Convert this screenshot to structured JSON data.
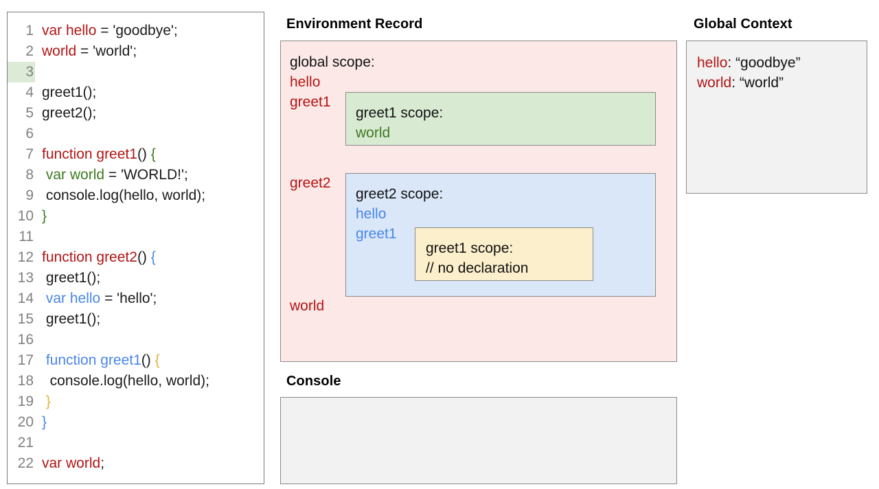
{
  "code_panel": {
    "highlighted_line": 3,
    "lines": [
      {
        "num": "1",
        "tokens": [
          {
            "t": "var hello",
            "c": "red"
          },
          {
            "t": " = 'goodbye';",
            "c": "plain"
          }
        ]
      },
      {
        "num": "2",
        "tokens": [
          {
            "t": "world",
            "c": "red"
          },
          {
            "t": " = 'world';",
            "c": "plain"
          }
        ]
      },
      {
        "num": "3",
        "tokens": [
          {
            "t": "",
            "c": "plain"
          }
        ]
      },
      {
        "num": "4",
        "tokens": [
          {
            "t": "greet1();",
            "c": "plain"
          }
        ]
      },
      {
        "num": "5",
        "tokens": [
          {
            "t": "greet2();",
            "c": "plain"
          }
        ]
      },
      {
        "num": "6",
        "tokens": [
          {
            "t": "",
            "c": "plain"
          }
        ]
      },
      {
        "num": "7",
        "tokens": [
          {
            "t": "function greet1",
            "c": "red"
          },
          {
            "t": "() ",
            "c": "plain"
          },
          {
            "t": "{",
            "c": "green"
          }
        ]
      },
      {
        "num": "8",
        "tokens": [
          {
            "t": " ",
            "c": "plain"
          },
          {
            "t": "var world",
            "c": "green"
          },
          {
            "t": " = 'WORLD!';",
            "c": "plain"
          }
        ]
      },
      {
        "num": "9",
        "tokens": [
          {
            "t": " console.log(hello, world);",
            "c": "plain"
          }
        ]
      },
      {
        "num": "10",
        "tokens": [
          {
            "t": "}",
            "c": "green"
          }
        ]
      },
      {
        "num": "11",
        "tokens": [
          {
            "t": "",
            "c": "plain"
          }
        ]
      },
      {
        "num": "12",
        "tokens": [
          {
            "t": "function greet2",
            "c": "red"
          },
          {
            "t": "() ",
            "c": "plain"
          },
          {
            "t": "{",
            "c": "blue"
          }
        ]
      },
      {
        "num": "13",
        "tokens": [
          {
            "t": " greet1();",
            "c": "plain"
          }
        ]
      },
      {
        "num": "14",
        "tokens": [
          {
            "t": " ",
            "c": "plain"
          },
          {
            "t": "var hello",
            "c": "blue"
          },
          {
            "t": " = 'hello';",
            "c": "plain"
          }
        ]
      },
      {
        "num": "15",
        "tokens": [
          {
            "t": " greet1();",
            "c": "plain"
          }
        ]
      },
      {
        "num": "16",
        "tokens": [
          {
            "t": "",
            "c": "plain"
          }
        ]
      },
      {
        "num": "17",
        "tokens": [
          {
            "t": " ",
            "c": "plain"
          },
          {
            "t": "function greet1",
            "c": "blue"
          },
          {
            "t": "() ",
            "c": "plain"
          },
          {
            "t": "{",
            "c": "yellow"
          }
        ]
      },
      {
        "num": "18",
        "tokens": [
          {
            "t": "  console.log(hello, world);",
            "c": "plain"
          }
        ]
      },
      {
        "num": "19",
        "tokens": [
          {
            "t": " ",
            "c": "plain"
          },
          {
            "t": "}",
            "c": "yellow"
          }
        ]
      },
      {
        "num": "20",
        "tokens": [
          {
            "t": "}",
            "c": "blue"
          }
        ]
      },
      {
        "num": "21",
        "tokens": [
          {
            "t": "",
            "c": "plain"
          }
        ]
      },
      {
        "num": "22",
        "tokens": [
          {
            "t": "var world",
            "c": "red"
          },
          {
            "t": ";",
            "c": "plain"
          }
        ]
      }
    ]
  },
  "environment_record": {
    "heading": "Environment Record",
    "global_scope": {
      "title": "global scope:",
      "bindings": [
        "hello",
        "greet1",
        "greet2",
        "world"
      ]
    },
    "greet1_scope": {
      "title": "greet1 scope:",
      "bindings": [
        "world"
      ]
    },
    "greet2_scope": {
      "title": "greet2 scope:",
      "bindings": [
        "hello",
        "greet1"
      ]
    },
    "greet1_inner_scope": {
      "title": "greet1 scope:",
      "note": "// no declaration"
    }
  },
  "console": {
    "heading": "Console",
    "output": ""
  },
  "global_context": {
    "heading": "Global Context",
    "entries": [
      {
        "key": "hello",
        "value": ": “goodbye”"
      },
      {
        "key": "world",
        "value": ": “world”"
      }
    ]
  },
  "colors": {
    "red": "#b31414",
    "green": "#3b7a1f",
    "blue": "#4a86e8",
    "yellow": "#e8b23a",
    "env_record_bg": "#fce9e7",
    "greet1_scope_bg": "#d9ead3",
    "greet2_scope_bg": "#d9e7f9",
    "greet1_inner_bg": "#fcefcb",
    "panel_bg": "#f2f2f2",
    "border": "#8a8a8a",
    "line_highlight": "#dcead6"
  }
}
